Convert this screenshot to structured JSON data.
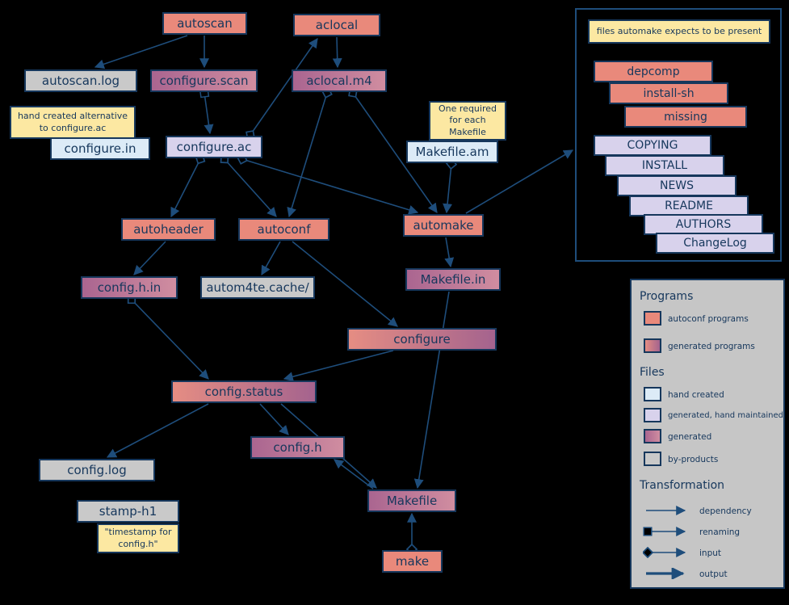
{
  "diagram": {
    "nodes": {
      "autoscan": {
        "label": "autoscan",
        "kind": "autoconf program"
      },
      "aclocal": {
        "label": "aclocal",
        "kind": "autoconf program"
      },
      "autoscan_log": {
        "label": "autoscan.log",
        "kind": "by-product"
      },
      "configure_scan": {
        "label": "configure.scan",
        "kind": "generated"
      },
      "aclocal_m4": {
        "label": "aclocal.m4",
        "kind": "generated"
      },
      "configure_in": {
        "label": "configure.in",
        "kind": "hand created"
      },
      "configure_ac": {
        "label": "configure.ac",
        "kind": "generated, hand maintained"
      },
      "makefile_am": {
        "label": "Makefile.am",
        "kind": "hand created"
      },
      "autoheader": {
        "label": "autoheader",
        "kind": "autoconf program"
      },
      "autoconf": {
        "label": "autoconf",
        "kind": "autoconf program"
      },
      "automake": {
        "label": "automake",
        "kind": "autoconf program"
      },
      "config_h_in": {
        "label": "config.h.in",
        "kind": "generated"
      },
      "autom4te_cache": {
        "label": "autom4te.cache/",
        "kind": "by-product"
      },
      "makefile_in": {
        "label": "Makefile.in",
        "kind": "generated"
      },
      "configure": {
        "label": "configure",
        "kind": "generated program"
      },
      "config_status": {
        "label": "config.status",
        "kind": "generated program"
      },
      "config_h": {
        "label": "config.h",
        "kind": "generated"
      },
      "config_log": {
        "label": "config.log",
        "kind": "by-product"
      },
      "stamp_h1": {
        "label": "stamp-h1",
        "kind": "by-product"
      },
      "makefile": {
        "label": "Makefile",
        "kind": "generated"
      },
      "make": {
        "label": "make",
        "kind": "autoconf program"
      }
    },
    "notes": {
      "files_automake": "files automake expects to be present",
      "hand_created_alt": "hand created alternative to configure.ac",
      "one_required": "One required for each Makefile",
      "timestamp": "\"timestamp for config.h\""
    },
    "expected_files": {
      "programs": [
        "depcomp",
        "install-sh",
        "missing"
      ],
      "files": [
        "COPYING",
        "INSTALL",
        "NEWS",
        "README",
        "AUTHORS",
        "ChangeLog"
      ]
    },
    "edges": [
      {
        "from": "autoscan",
        "to": "autoscan.log",
        "type": "output"
      },
      {
        "from": "autoscan",
        "to": "configure.scan",
        "type": "output"
      },
      {
        "from": "configure.scan",
        "to": "configure.ac",
        "type": "renaming"
      },
      {
        "from": "aclocal",
        "to": "aclocal.m4",
        "type": "output"
      },
      {
        "from": "configure.ac",
        "to": "aclocal",
        "type": "input"
      },
      {
        "from": "configure.ac",
        "to": "autoheader",
        "type": "input"
      },
      {
        "from": "configure.ac",
        "to": "autoconf",
        "type": "input"
      },
      {
        "from": "configure.ac",
        "to": "automake",
        "type": "input"
      },
      {
        "from": "aclocal.m4",
        "to": "autoconf",
        "type": "input"
      },
      {
        "from": "aclocal.m4",
        "to": "automake",
        "type": "input"
      },
      {
        "from": "Makefile.am",
        "to": "automake",
        "type": "input"
      },
      {
        "from": "automake",
        "to": "expected-files-box",
        "type": "dependency"
      },
      {
        "from": "autoheader",
        "to": "config.h.in",
        "type": "output"
      },
      {
        "from": "autoconf",
        "to": "autom4te.cache/",
        "type": "output"
      },
      {
        "from": "autoconf",
        "to": "configure",
        "type": "output"
      },
      {
        "from": "automake",
        "to": "Makefile.in",
        "type": "output"
      },
      {
        "from": "Makefile.in",
        "to": "Makefile",
        "type": "dependency"
      },
      {
        "from": "configure",
        "to": "config.status",
        "type": "output"
      },
      {
        "from": "config.h.in",
        "to": "config.status",
        "type": "input"
      },
      {
        "from": "config.status",
        "to": "config.log",
        "type": "output"
      },
      {
        "from": "config.status",
        "to": "config.h",
        "type": "output"
      },
      {
        "from": "config.status",
        "to": "Makefile",
        "type": "output"
      },
      {
        "from": "Makefile",
        "to": "config.h",
        "type": "dependency"
      },
      {
        "from": "make",
        "to": "Makefile",
        "type": "input"
      }
    ]
  },
  "legend": {
    "programs_heading": "Programs",
    "autoconf_programs": "autoconf programs",
    "generated_programs": "generated programs",
    "files_heading": "Files",
    "hand_created": "hand created",
    "generated_hand_maintained": "generated, hand maintained",
    "generated": "generated",
    "by_products": "by-products",
    "transformation_heading": "Transformation",
    "dependency": "dependency",
    "renaming": "renaming",
    "input": "input",
    "output": "output"
  },
  "colors": {
    "background": "#000000",
    "border_navy": "#16375c",
    "arrow_blue": "#1e4d7b",
    "salmon": "#e9897b",
    "mauve": "#aa6590",
    "hand_created_blue": "#dcebf7",
    "lavender": "#d8d2ec",
    "by_product_gray": "#c9c9c9",
    "note_yellow": "#fce8a2",
    "legend_gray": "#c6c6c6"
  }
}
